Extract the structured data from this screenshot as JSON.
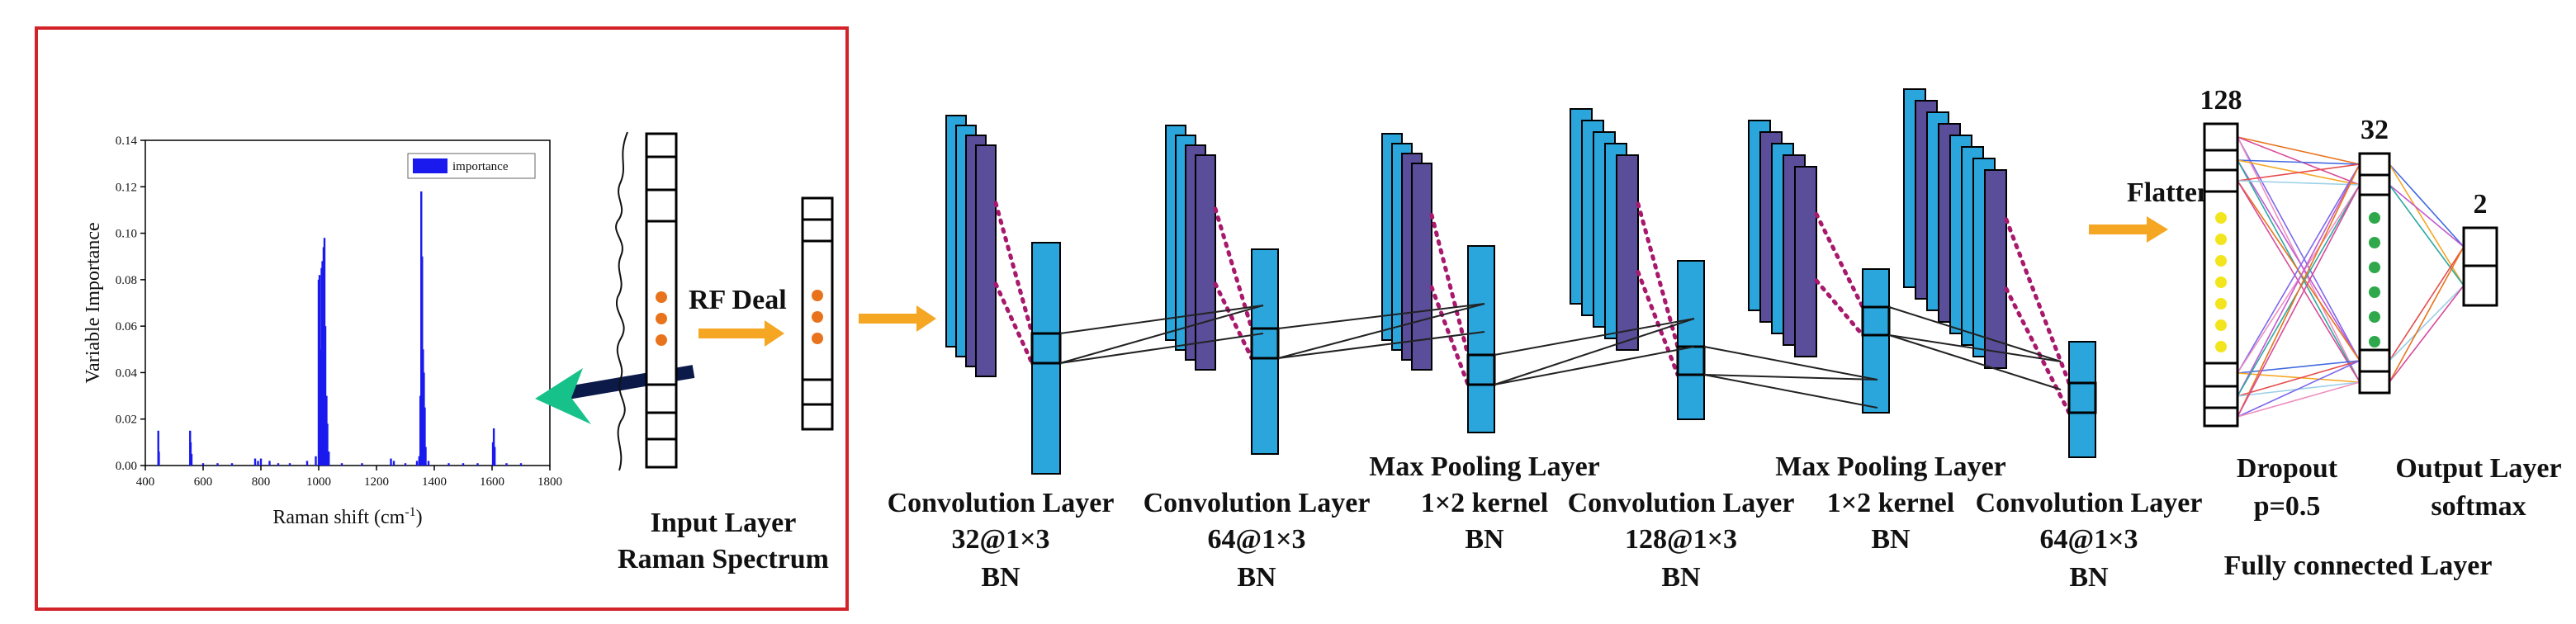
{
  "colors": {
    "frame": "#d3232a",
    "cyan": "#2aa6dc",
    "purple": "#5a4d9a",
    "orange": "#f5a623",
    "bar": "#1a1aee",
    "arrow_teal": "#16c28a",
    "arrow_navy": "#0c1a4a",
    "dot_orange": "#e8731c",
    "dot_yellow": "#f2e51d",
    "dot_green": "#2ea84a",
    "dot_magenta": "#a8186c"
  },
  "labels": {
    "rf_deal": "RF Deal",
    "input_layer": "Input Layer",
    "raman_spectrum": "Raman Spectrum",
    "conv1": [
      "Convolution Layer",
      "32@1×3",
      "BN"
    ],
    "conv2": [
      "Convolution Layer",
      "64@1×3",
      "BN"
    ],
    "pool1": [
      "Max Pooling Layer",
      "1×2 kernel",
      "BN"
    ],
    "conv3": [
      "Convolution Layer",
      "128@1×3",
      "BN"
    ],
    "pool2": [
      "Max Pooling Layer",
      "1×2 kernel",
      "BN"
    ],
    "conv4": [
      "Convolution Layer",
      "64@1×3",
      "BN"
    ],
    "flatten": "Flatten",
    "n128": "128",
    "n32": "32",
    "n2": "2",
    "dropout": [
      "Dropout",
      "p=0.5"
    ],
    "output": [
      "Output Layer",
      "softmax"
    ],
    "fc": "Fully connected Layer"
  },
  "chart_data": {
    "type": "bar",
    "xlabel": "Raman shift (cm",
    "xlabel_sup": "-1",
    "xlabel_tail": ")",
    "ylabel": "Variable Importance",
    "xlim": [
      400,
      1800
    ],
    "ylim": [
      0,
      0.14
    ],
    "xticks": [
      400,
      600,
      800,
      1000,
      1200,
      1400,
      1600,
      1800
    ],
    "yticks": [
      0.0,
      0.02,
      0.04,
      0.06,
      0.08,
      0.1,
      0.12,
      0.14
    ],
    "legend": "importance",
    "legend_position": "top-right",
    "bars": [
      {
        "x": 445,
        "y": 0.015
      },
      {
        "x": 447,
        "y": 0.006
      },
      {
        "x": 555,
        "y": 0.015
      },
      {
        "x": 557,
        "y": 0.01
      },
      {
        "x": 560,
        "y": 0.005
      },
      {
        "x": 600,
        "y": 0.001
      },
      {
        "x": 650,
        "y": 0.001
      },
      {
        "x": 700,
        "y": 0.001
      },
      {
        "x": 780,
        "y": 0.003
      },
      {
        "x": 790,
        "y": 0.002
      },
      {
        "x": 800,
        "y": 0.003
      },
      {
        "x": 830,
        "y": 0.002
      },
      {
        "x": 860,
        "y": 0.001
      },
      {
        "x": 900,
        "y": 0.001
      },
      {
        "x": 960,
        "y": 0.002
      },
      {
        "x": 990,
        "y": 0.004
      },
      {
        "x": 1000,
        "y": 0.08
      },
      {
        "x": 1003,
        "y": 0.082
      },
      {
        "x": 1007,
        "y": 0.05
      },
      {
        "x": 1010,
        "y": 0.085
      },
      {
        "x": 1013,
        "y": 0.088
      },
      {
        "x": 1017,
        "y": 0.094
      },
      {
        "x": 1020,
        "y": 0.098
      },
      {
        "x": 1023,
        "y": 0.06
      },
      {
        "x": 1027,
        "y": 0.03
      },
      {
        "x": 1030,
        "y": 0.018
      },
      {
        "x": 1035,
        "y": 0.006
      },
      {
        "x": 1080,
        "y": 0.001
      },
      {
        "x": 1150,
        "y": 0.001
      },
      {
        "x": 1250,
        "y": 0.003
      },
      {
        "x": 1260,
        "y": 0.002
      },
      {
        "x": 1300,
        "y": 0.001
      },
      {
        "x": 1340,
        "y": 0.002
      },
      {
        "x": 1348,
        "y": 0.004
      },
      {
        "x": 1352,
        "y": 0.03
      },
      {
        "x": 1355,
        "y": 0.118
      },
      {
        "x": 1358,
        "y": 0.09
      },
      {
        "x": 1361,
        "y": 0.05
      },
      {
        "x": 1364,
        "y": 0.04
      },
      {
        "x": 1367,
        "y": 0.025
      },
      {
        "x": 1370,
        "y": 0.008
      },
      {
        "x": 1380,
        "y": 0.002
      },
      {
        "x": 1450,
        "y": 0.001
      },
      {
        "x": 1500,
        "y": 0.001
      },
      {
        "x": 1550,
        "y": 0.001
      },
      {
        "x": 1603,
        "y": 0.01
      },
      {
        "x": 1606,
        "y": 0.016
      },
      {
        "x": 1609,
        "y": 0.008
      },
      {
        "x": 1650,
        "y": 0.001
      },
      {
        "x": 1700,
        "y": 0.001
      }
    ]
  }
}
